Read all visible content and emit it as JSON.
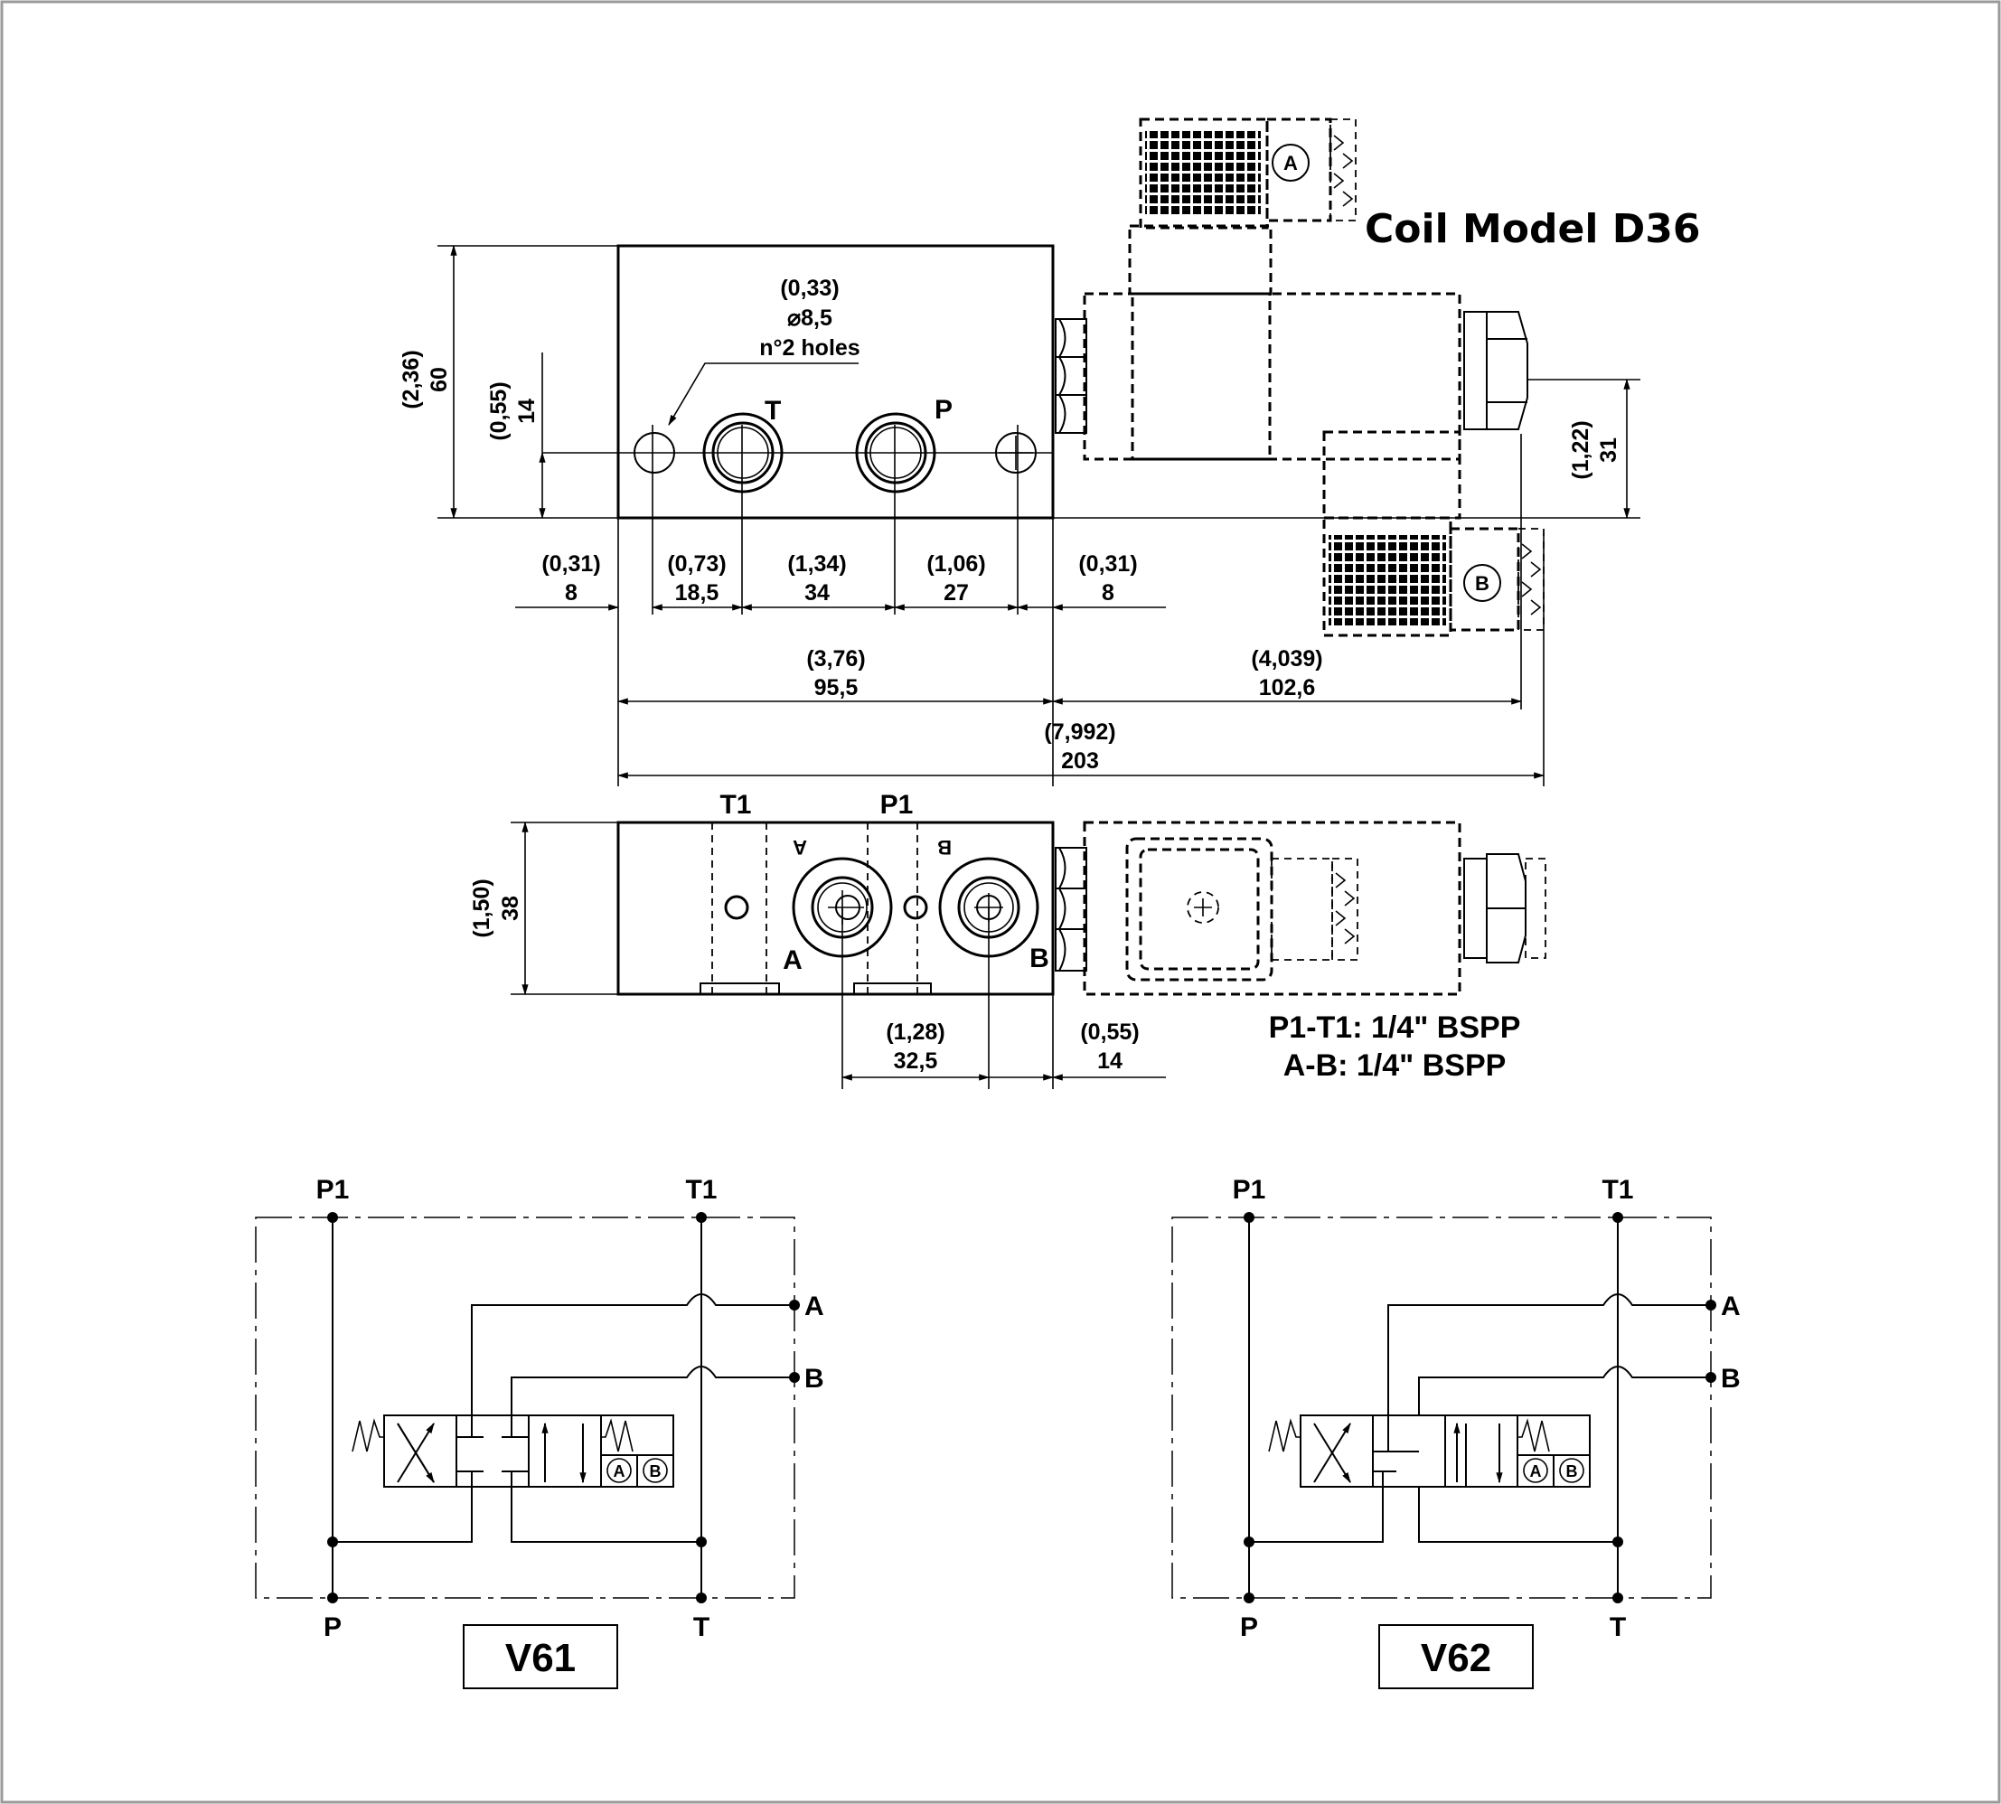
{
  "coil": {
    "title": "Coil Model D36",
    "coil_a": "A",
    "coil_b": "B"
  },
  "top_view": {
    "height_in": "(2,36)",
    "height_mm": "60",
    "hole_height_in": "(0,55)",
    "hole_height_mm": "14",
    "hole_note_in": "(0,33)",
    "hole_note_dia": "⌀8,5",
    "hole_note_count": "n°2 holes",
    "port_t": "T",
    "port_p": "P",
    "right_height_in": "(1,22)",
    "right_height_mm": "31",
    "dims": [
      {
        "in": "(0,31)",
        "mm": "8"
      },
      {
        "in": "(0,73)",
        "mm": "18,5"
      },
      {
        "in": "(1,34)",
        "mm": "34"
      },
      {
        "in": "(1,06)",
        "mm": "27"
      },
      {
        "in": "(0,31)",
        "mm": "8"
      }
    ],
    "body_len_in": "(3,76)",
    "body_len_mm": "95,5",
    "coil_len_in": "(4,039)",
    "coil_len_mm": "102,6",
    "total_len_in": "(7,992)",
    "total_len_mm": "203"
  },
  "front_view": {
    "port_t1": "T1",
    "port_p1": "P1",
    "mark_a": "A",
    "mark_b": "B",
    "port_a": "A",
    "port_b": "B",
    "height_in": "(1,50)",
    "height_mm": "38",
    "ab_dist_in": "(1,28)",
    "ab_dist_mm": "32,5",
    "edge_in": "(0,55)",
    "edge_mm": "14",
    "thread_p1t1": "P1-T1: 1/4\" BSPP",
    "thread_ab": "A-B: 1/4\" BSPP"
  },
  "schematics": [
    {
      "name": "V61",
      "p1": "P1",
      "t1": "T1",
      "a": "A",
      "b": "B",
      "p": "P",
      "t": "T",
      "coil_a": "A",
      "coil_b": "B"
    },
    {
      "name": "V62",
      "p1": "P1",
      "t1": "T1",
      "a": "A",
      "b": "B",
      "p": "P",
      "t": "T",
      "coil_a": "A",
      "coil_b": "B"
    }
  ]
}
